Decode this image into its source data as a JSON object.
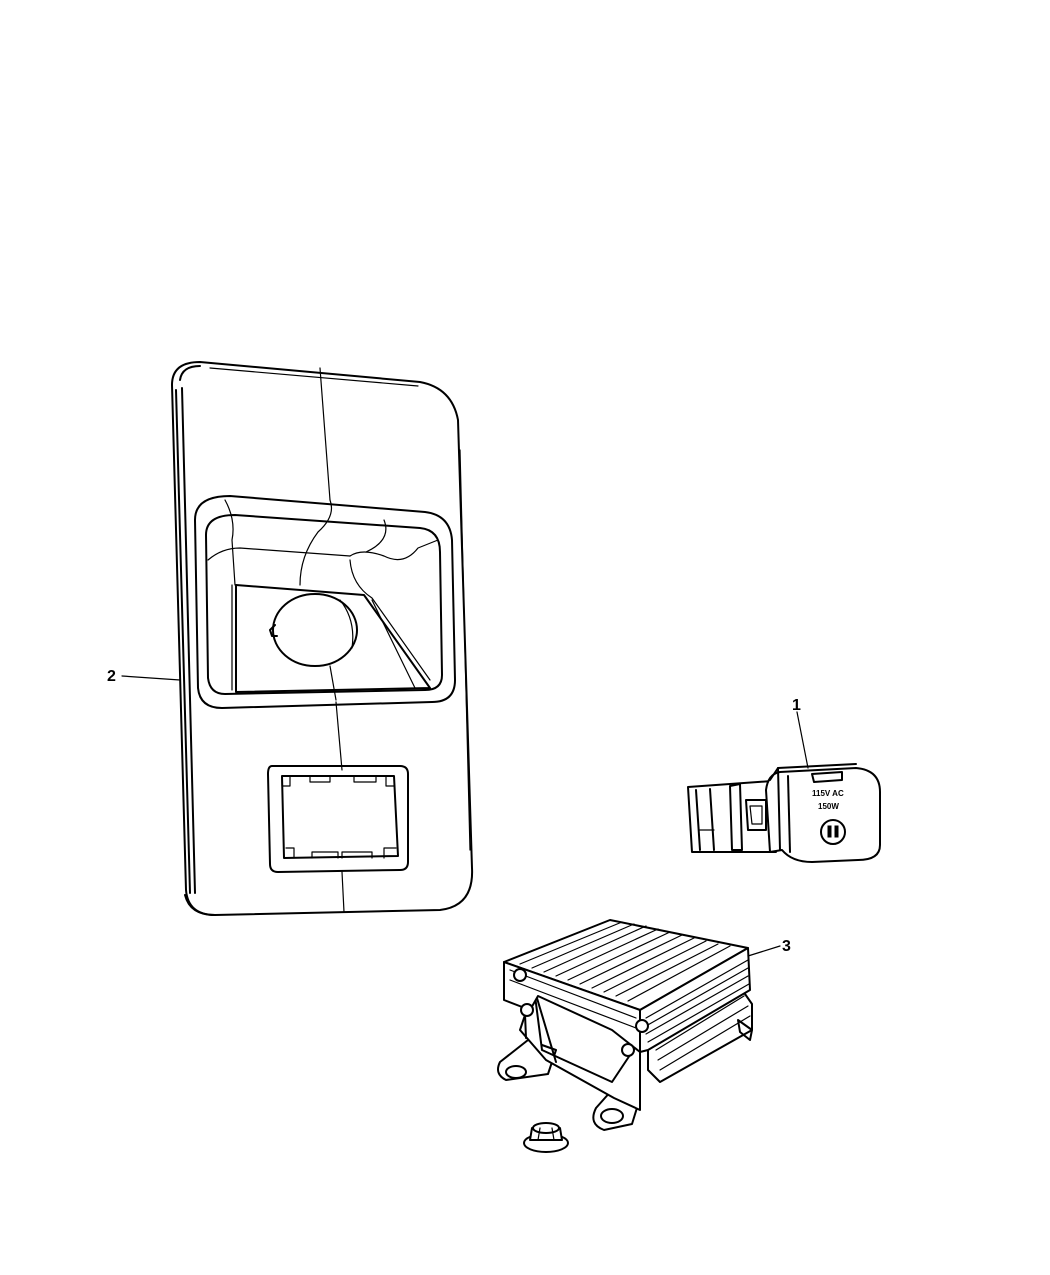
{
  "callouts": {
    "part_1": "1",
    "part_2": "2",
    "part_3": "3"
  },
  "outlet_plate": {
    "line_1": "115V AC",
    "line_2": "150W"
  },
  "icons": {
    "bezel": "bezel-panel-icon",
    "outlet": "power-outlet-icon",
    "inverter": "power-inverter-module-icon",
    "nut": "hex-flange-nut-icon"
  }
}
